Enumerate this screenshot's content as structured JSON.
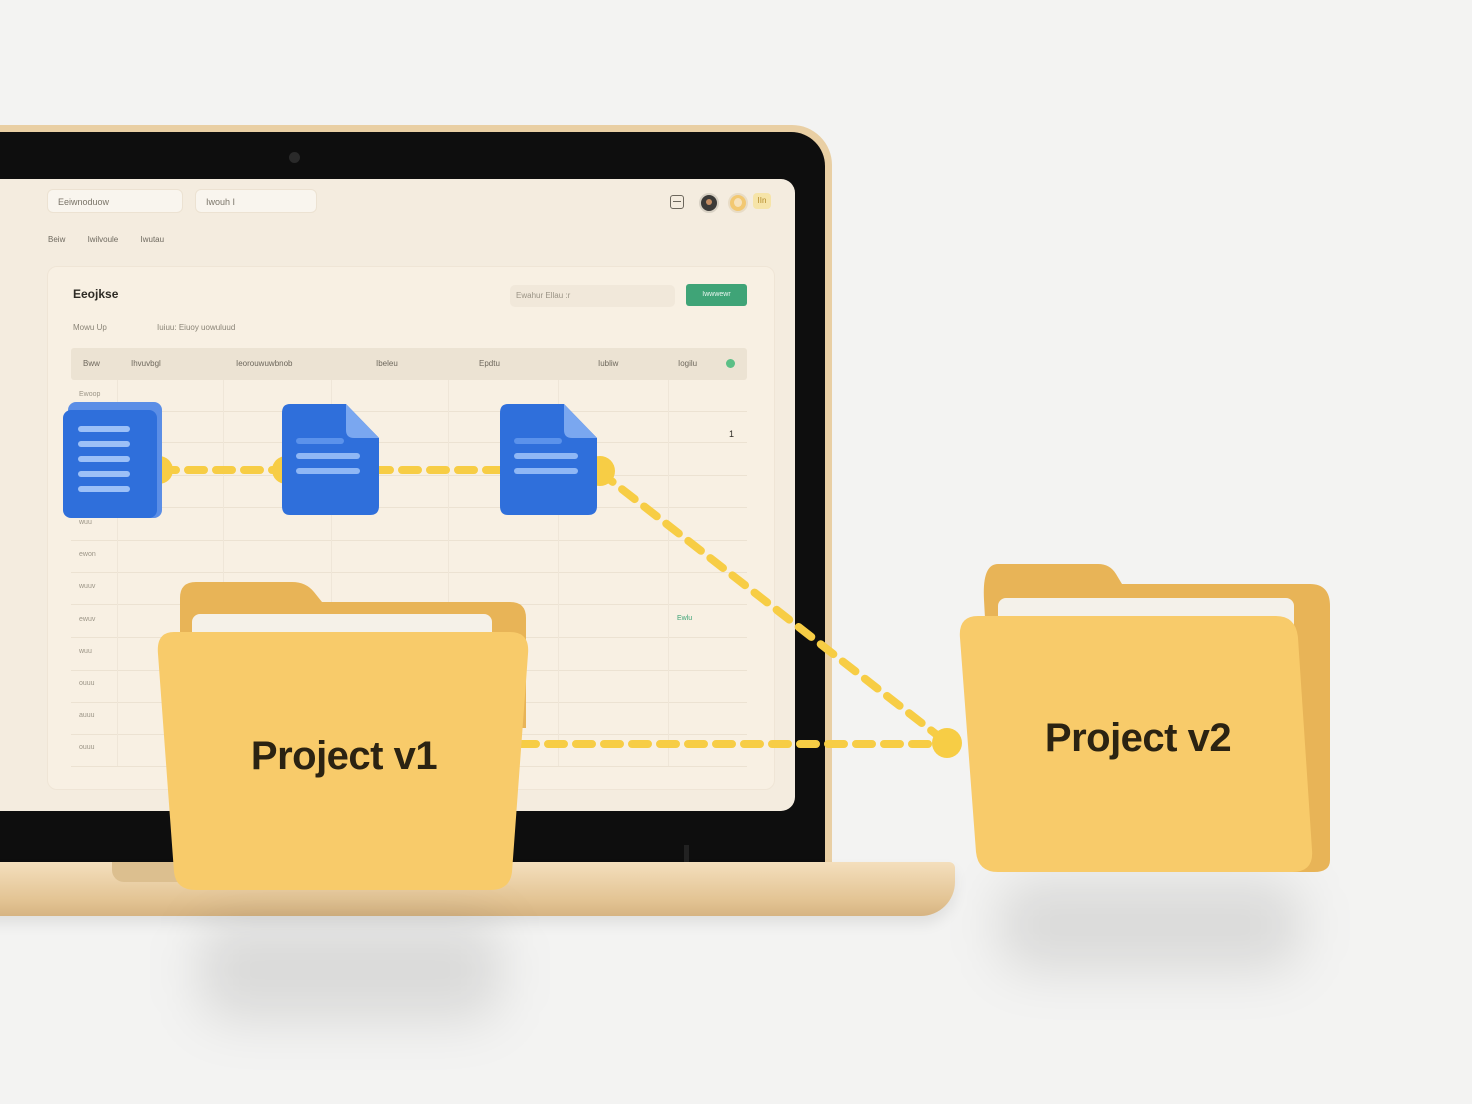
{
  "screen": {
    "top_inputs": [
      "Eeiwnoduow",
      "Iwouh  I"
    ],
    "sub_nav": [
      "Beiw",
      "Iwilvoule",
      "Iwutau"
    ],
    "header_icons": [
      "minus-square-icon",
      "avatar",
      "emoji-avatar",
      "badge"
    ],
    "header_badge": "IIn",
    "card": {
      "title": "Eeojkse",
      "filter_placeholder": "Ewahur  Ellau  :r",
      "button_label": "Iwwwewr",
      "meta": [
        "Mowu Up",
        "Iuiuu:  Eiuoy uowuluud"
      ],
      "columns": [
        "Bww",
        "Ihvuvbgl",
        "Ieorouwuwbnob",
        "Ibeleu",
        "Epdtu",
        "Iubliw",
        "Iogilu"
      ],
      "row_labels": [
        "Ewoop",
        "",
        "",
        "wuu",
        "ewon",
        "wuuv",
        "ewuv",
        "wuu",
        "ouuu",
        "auuu",
        "ouuu"
      ],
      "cell_value": "1",
      "green_tag": "Ewlu"
    }
  },
  "folders": [
    {
      "label": "Project v1"
    },
    {
      "label": "Project v2"
    }
  ],
  "colors": {
    "folder_front": "#f8cb6a",
    "folder_back": "#e8b457",
    "connector": "#f7cd45",
    "doc_blue": "#2f6fdb",
    "doc_line": "#8fb7f5",
    "button_green": "#3fa477"
  }
}
